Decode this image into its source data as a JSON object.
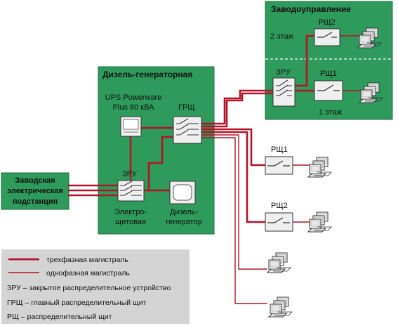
{
  "colors": {
    "green": "#2e9a5b",
    "green_border": "#1c6e3f",
    "trunk": "#b3142a",
    "legend_bg": "#d4d4d4",
    "box_fill": "#efefef"
  },
  "zones": {
    "management": {
      "title": "Заводоуправление",
      "floor2": "2 этаж",
      "floor1": "1 этаж"
    },
    "diesel": {
      "title": "Дизель-генераторная"
    },
    "substation": {
      "lines": [
        "Заводская",
        "электрическая",
        "подстанция"
      ]
    }
  },
  "nodes": {
    "ups": {
      "lines": [
        "UPS Powerware",
        "Plus 80 кВА"
      ]
    },
    "grsh": {
      "label": "ГРЩ"
    },
    "zru_diesel": {
      "label": "ЗРУ",
      "caption": [
        "Электро-",
        "щитовая"
      ]
    },
    "generator": {
      "caption": [
        "Дизель-",
        "генератор"
      ]
    },
    "zru_office": {
      "label": "ЗРУ"
    },
    "rsh2_office": {
      "label": "РЩ2"
    },
    "rsh1_office": {
      "label": "РЩ1"
    },
    "rsh1_plant": {
      "label": "РЩ1"
    },
    "rsh2_plant": {
      "label": "РЩ2"
    }
  },
  "legend": {
    "three_phase": "трехфазная магистраль",
    "single_phase": "однофазная магистраль",
    "zru": "ЗРУ – закрытое распределительное устройство",
    "grsh": "ГРЩ – главный распределительный щит",
    "rsh": "РЩ – распределительный щит"
  },
  "icons": [
    "computer-icon",
    "switch-icon",
    "ups-icon",
    "generator-icon"
  ]
}
